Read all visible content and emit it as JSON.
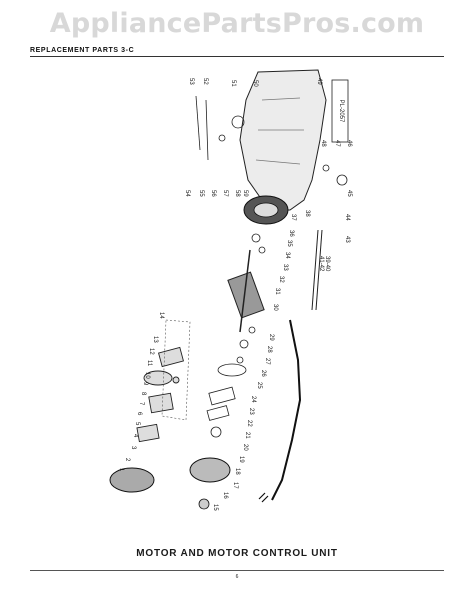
{
  "watermark": "AppliancePartsPros.com",
  "header": {
    "title": "REPLACEMENT  PARTS   3-C"
  },
  "caption": "MOTOR AND MOTOR CONTROL UNIT",
  "page_number": "6",
  "plate_label": "PL-2057",
  "callouts": {
    "motor_control": [
      "1",
      "2",
      "3",
      "4",
      "5",
      "6",
      "7",
      "8",
      "9",
      "10",
      "11",
      "12",
      "13",
      "14"
    ],
    "motor_stack": [
      "15",
      "16",
      "17",
      "18",
      "19",
      "20",
      "21",
      "22",
      "23",
      "24",
      "25",
      "26",
      "27",
      "28",
      "29",
      "30",
      "31",
      "32",
      "33",
      "34",
      "35",
      "36",
      "37",
      "38"
    ],
    "cord_and_housing": [
      "39-40",
      "41-42",
      "43",
      "44",
      "45",
      "46",
      "47",
      "48",
      "49",
      "50",
      "51",
      "52",
      "53",
      "54",
      "55",
      "56",
      "57",
      "58",
      "59"
    ]
  }
}
